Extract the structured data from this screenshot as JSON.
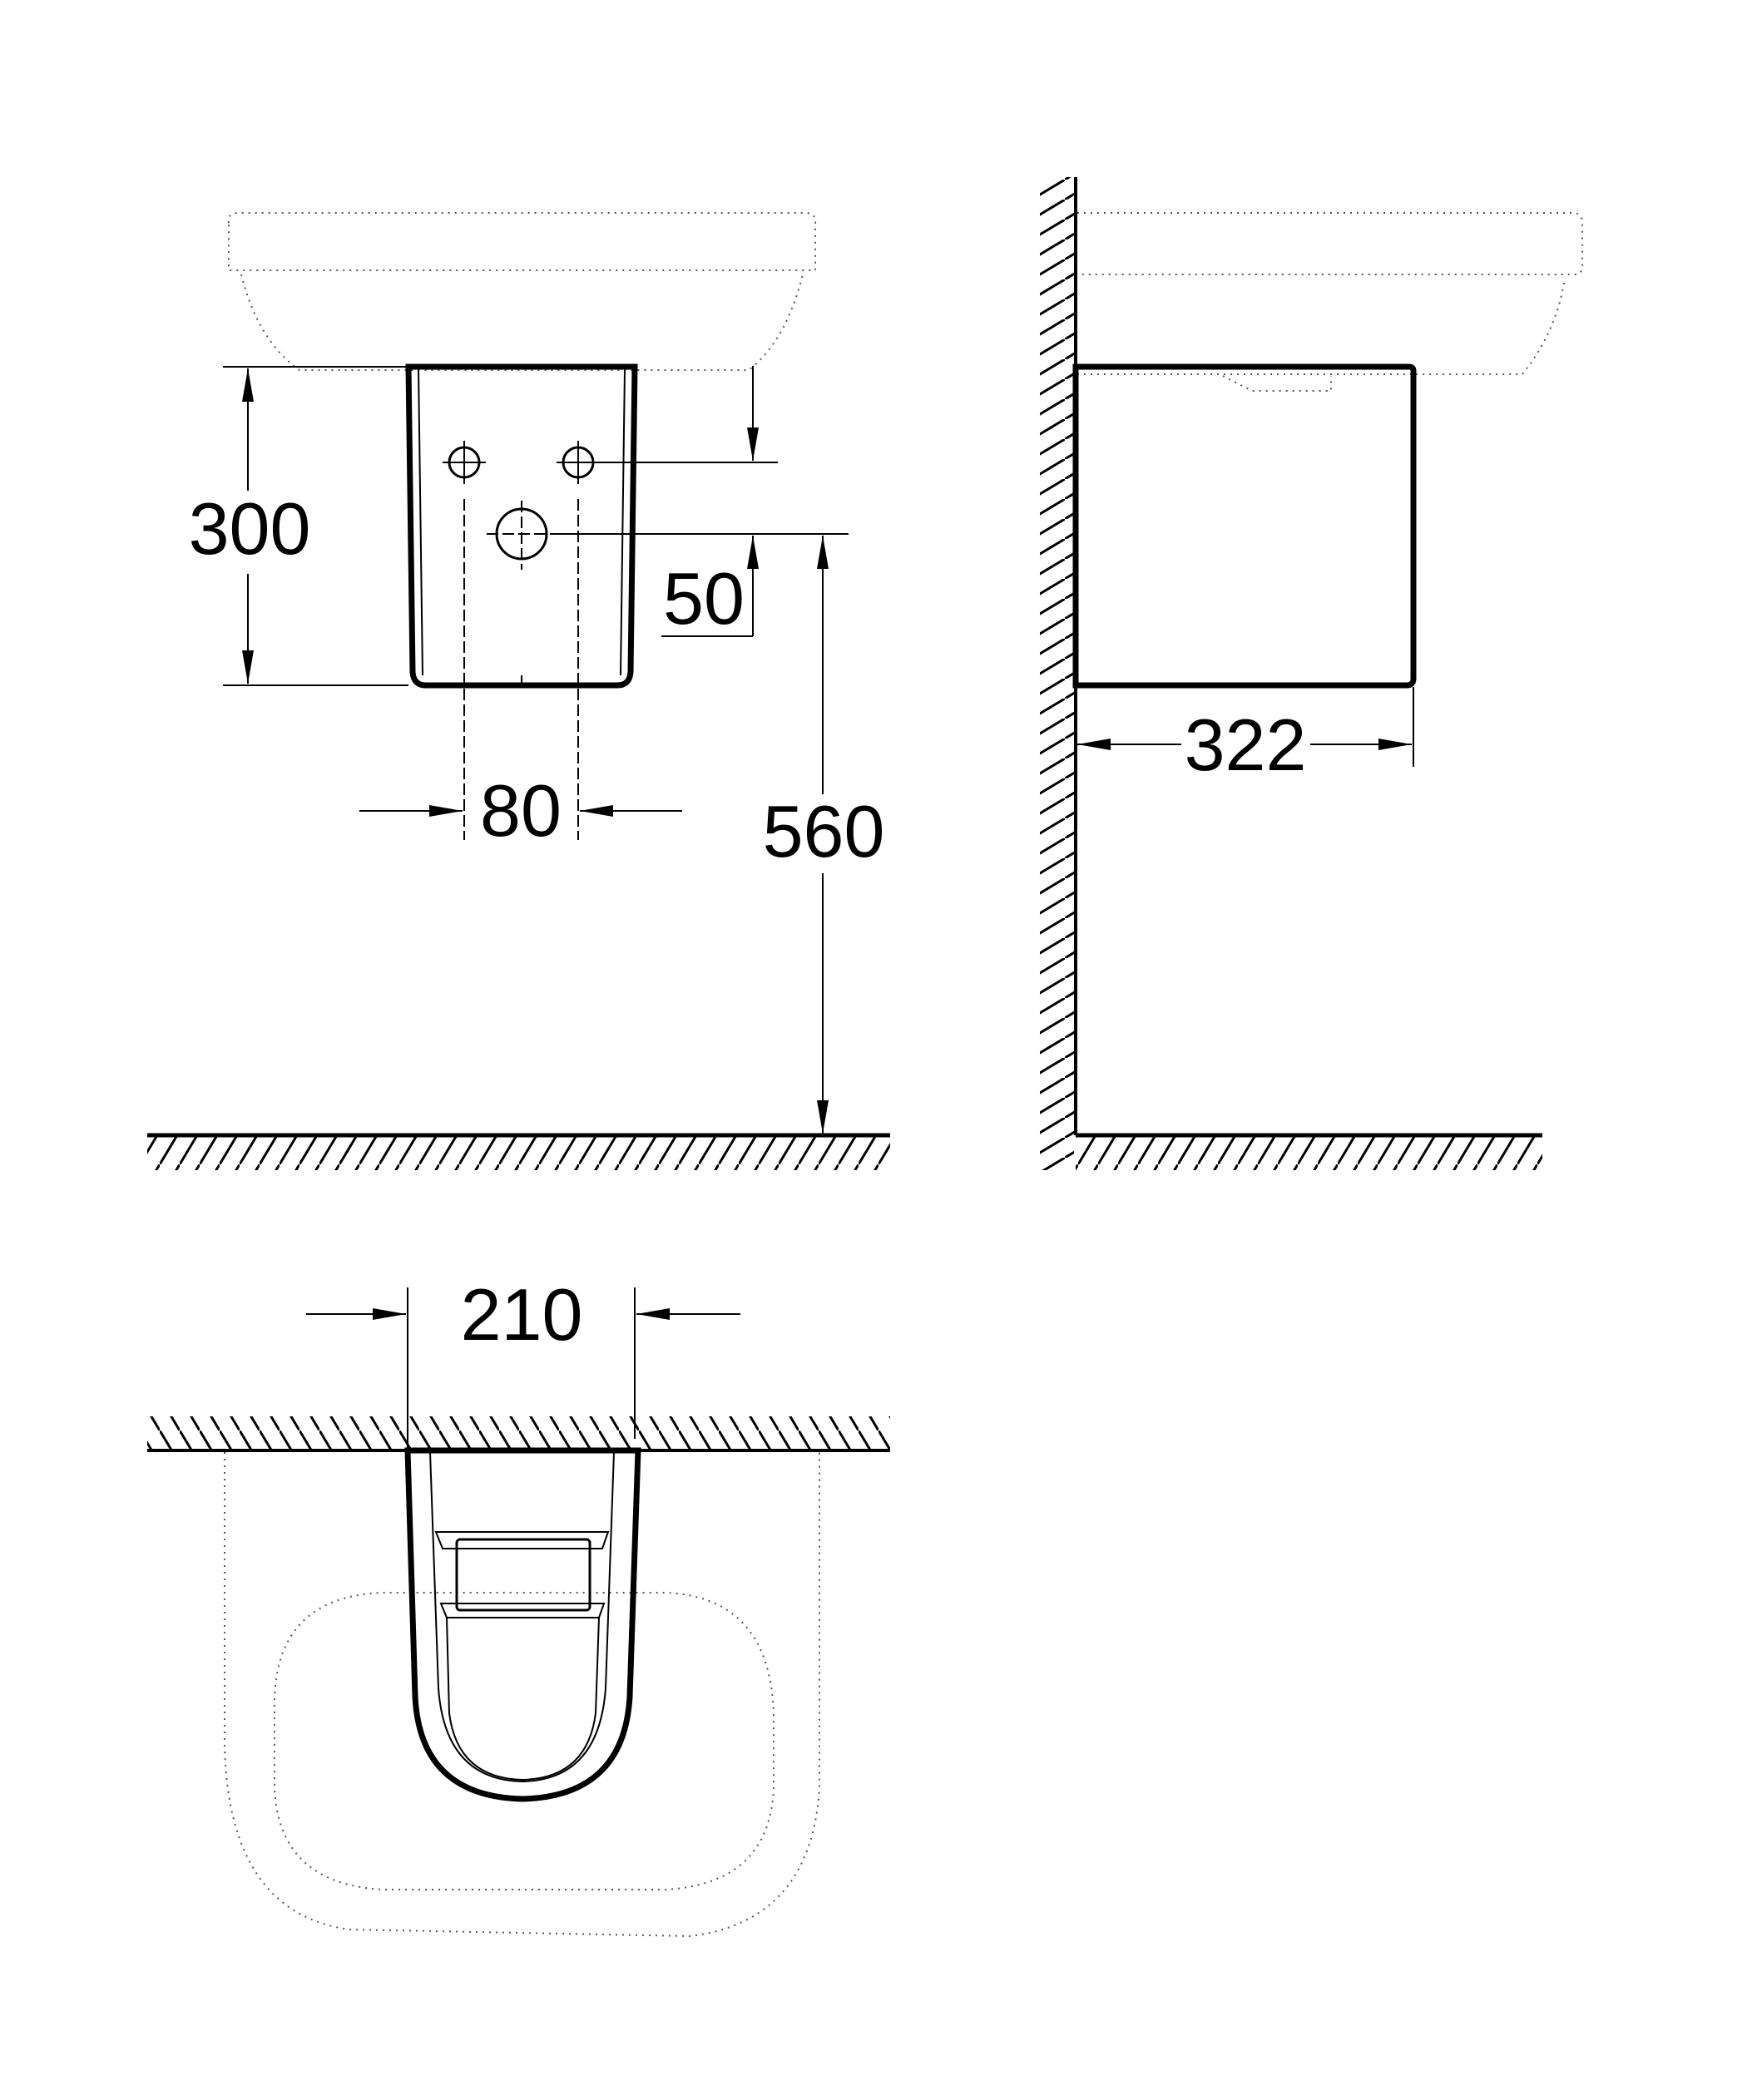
{
  "drawing": {
    "type": "technical dimension drawing",
    "subject": "wall-hung basin with semi-pedestal (trap cover)",
    "units": "mm",
    "views": [
      {
        "id": "front-view",
        "description": "front elevation of semi-pedestal below basin"
      },
      {
        "id": "side-view",
        "description": "side elevation against wall"
      },
      {
        "id": "top-view",
        "description": "plan view from above against wall"
      }
    ]
  },
  "dimensions": {
    "pedestal_height": "300",
    "hole_vertical_offset": "50",
    "hole_spacing": "80",
    "drain_height_from_floor": "560",
    "pedestal_depth": "322",
    "pedestal_width": "210"
  },
  "colors": {
    "line": "#000000",
    "hidden_line": "#555555",
    "background": "#ffffff"
  }
}
